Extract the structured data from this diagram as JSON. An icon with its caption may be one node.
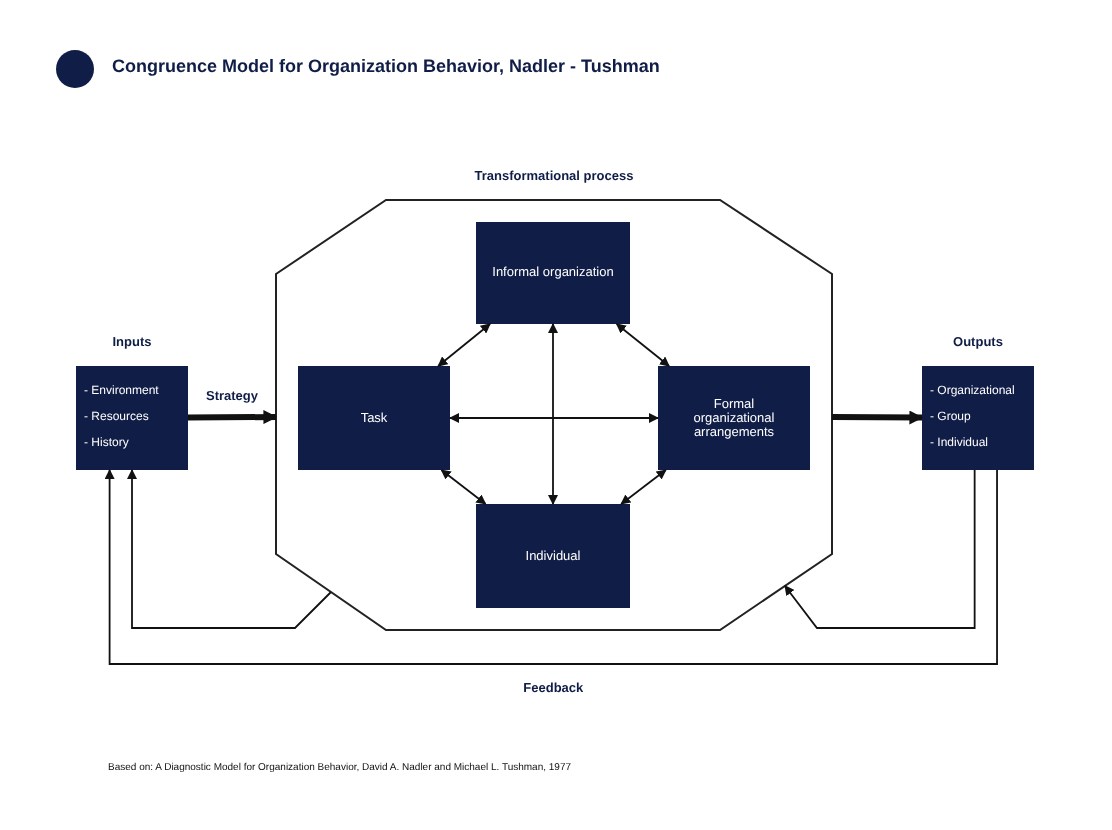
{
  "diagram": {
    "title": "Congruence Model for Organization Behavior, Nadler - Tushman",
    "caption": "Based on: A Diagnostic Model for Organization Behavior, David A. Nadler and Michael L. Tushman, 1977",
    "nodes": [
      {
        "text": [
          "Inputs",
          "- Environment",
          "- Resources",
          "- History"
        ]
      },
      {
        "text": [
          "Transformational process"
        ]
      },
      {
        "text": [
          "Informal organization"
        ],
        "in": 1
      },
      {
        "text": [
          "Task"
        ],
        "in": 1
      },
      {
        "text": [
          "Formal organizational arrangements"
        ],
        "in": 1
      },
      {
        "text": [
          "Individual"
        ],
        "in": 1
      },
      {
        "text": [
          "Outputs",
          "- Organizational",
          "- Group",
          "- Individual"
        ]
      }
    ],
    "edges": [
      {
        "from": 0,
        "to": 1,
        "label": "Strategy",
        "arrow": "to",
        "style": "thick"
      },
      {
        "from": 1,
        "to": 6,
        "arrow": "to",
        "style": "thick"
      },
      {
        "from": 2,
        "to": 3,
        "arrow": "both"
      },
      {
        "from": 2,
        "to": 4,
        "arrow": "both"
      },
      {
        "from": 3,
        "to": 4,
        "arrow": "both"
      },
      {
        "from": 2,
        "to": 5,
        "arrow": "both"
      },
      {
        "from": 3,
        "to": 5,
        "arrow": "both"
      },
      {
        "from": 4,
        "to": 5,
        "arrow": "both"
      },
      {
        "from": 6,
        "to": 1,
        "arrow": "to"
      },
      {
        "from": 1,
        "to": 0,
        "arrow": "to"
      },
      {
        "from": 6,
        "to": 0,
        "label": "Feedback",
        "arrow": "to"
      }
    ]
  }
}
